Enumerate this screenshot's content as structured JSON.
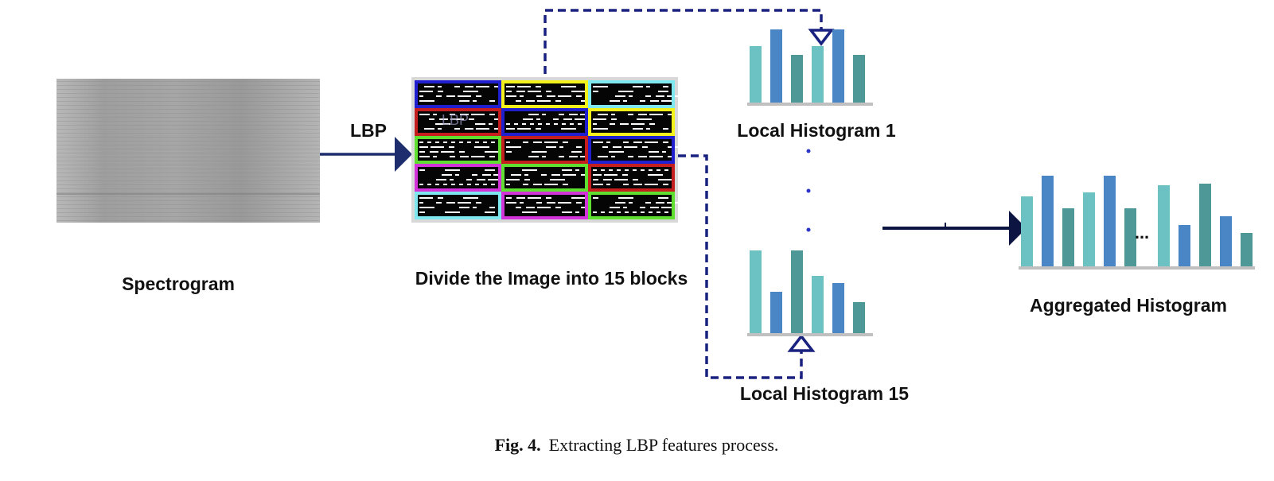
{
  "figure": {
    "spectrogram_label": "Spectrogram",
    "arrow_label": "LBP",
    "blocks_label": "Divide the Image into 15 blocks",
    "blocks_watermark": "LBP",
    "local_hist_1_label": "Local Histogram 1",
    "local_hist_15_label": "Local Histogram 15",
    "aggregated_label": "Aggregated Histogram",
    "ellipsis": "...",
    "caption_prefix": "Fig. 4.",
    "caption_text": "Extracting LBP features process."
  },
  "grid": {
    "rows": 5,
    "cols": 3,
    "block_border_colors": [
      [
        "#1f1fd0",
        "#f2f21a",
        "#7fe8ee"
      ],
      [
        "#c41e1e",
        "#1f1fd0",
        "#f2f21a"
      ],
      [
        "#5fe030",
        "#c41e1e",
        "#1f1fd0"
      ],
      [
        "#d233d8",
        "#5fe030",
        "#c41e1e"
      ],
      [
        "#7fe8ee",
        "#d233d8",
        "#5fe030"
      ]
    ]
  },
  "histograms": {
    "local_1": {
      "values": [
        71,
        92,
        60,
        71,
        92,
        60
      ],
      "colors": [
        "#6cc2c2",
        "#4a86c5",
        "#4f9898",
        "#6cc2c2",
        "#4a86c5",
        "#4f9898"
      ]
    },
    "local_15": {
      "values": [
        104,
        52,
        104,
        72,
        63,
        39
      ],
      "colors": [
        "#6cc2c2",
        "#4a86c5",
        "#4f9898",
        "#6cc2c2",
        "#4a86c5",
        "#4f9898"
      ]
    },
    "aggregated": {
      "values": [
        88,
        114,
        73,
        93,
        114,
        73,
        102,
        52,
        104,
        63,
        42
      ],
      "colors": [
        "#6cc2c2",
        "#4a86c5",
        "#4f9898",
        "#6cc2c2",
        "#4a86c5",
        "#4f9898",
        "#6cc2c2",
        "#4a86c5",
        "#4f9898",
        "#4a86c5",
        "#4f9898"
      ]
    }
  },
  "colors": {
    "arrow": "#1e2d6e",
    "dashed": "#1a2280",
    "dots": "#2a35c8",
    "baseline": "#c0c0c0"
  }
}
